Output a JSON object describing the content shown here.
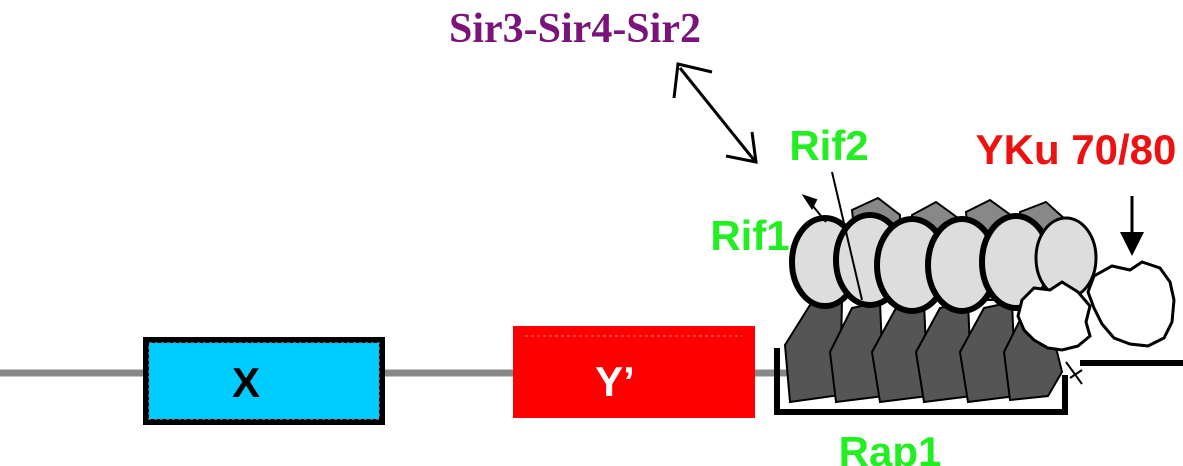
{
  "labels": {
    "sir_complex": "Sir3-Sir4-Sir2",
    "rif2": "Rif2",
    "yku": "YKu 70/80",
    "rif1": "Rif1",
    "x_element": "X",
    "y_element": "Y’",
    "rap1": "Rap1"
  },
  "colors": {
    "sir_complex": "#7a137a",
    "rif": "#22ee22",
    "yku": "#ee1111",
    "x_box": "#00ccff",
    "y_box": "#ff0000",
    "chromosome_line": "#888888",
    "rap1_dark": "#555555",
    "rif1_light": "#dddddd",
    "rif1_mid": "#888888"
  }
}
